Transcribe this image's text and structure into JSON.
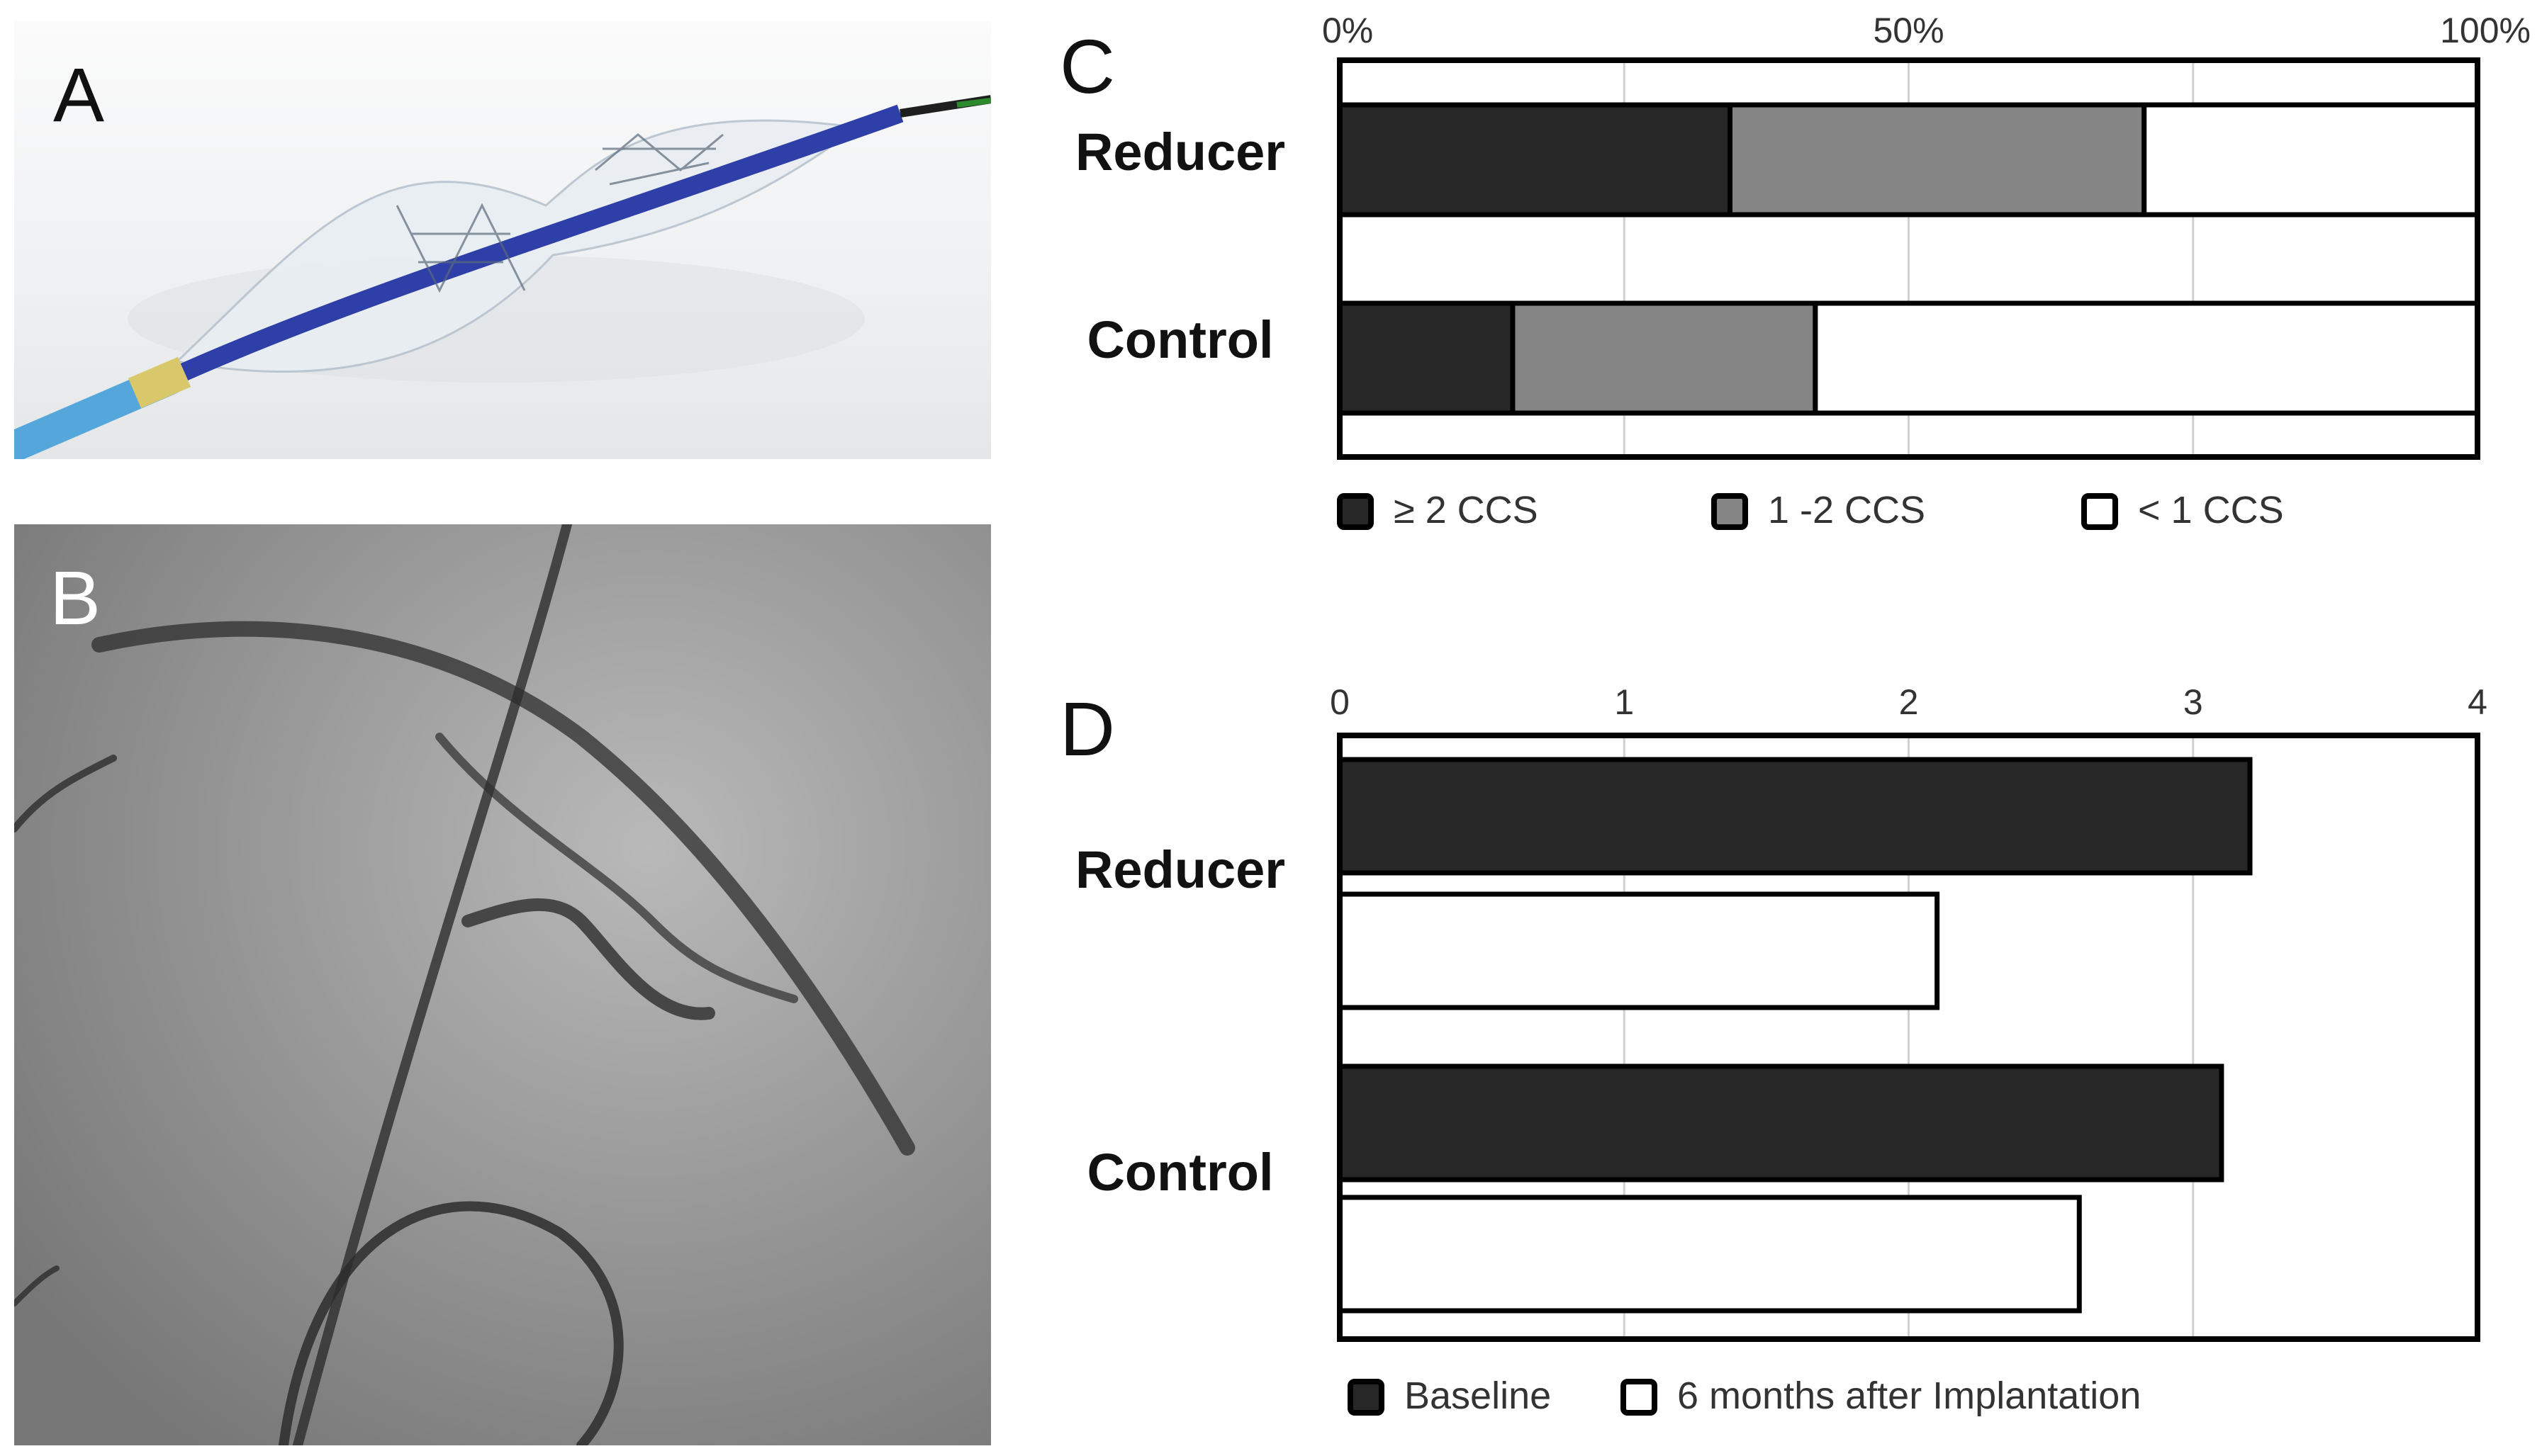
{
  "panels": {
    "a": "A",
    "b": "B",
    "c": "C",
    "d": "D"
  },
  "chart_data": [
    {
      "panel": "C",
      "type": "bar",
      "orientation": "horizontal",
      "stacked": true,
      "categories": [
        "Reducer",
        "Control"
      ],
      "series": [
        {
          "name": "≥ 2 CCS",
          "values": [
            34.3,
            15.2
          ],
          "color": "#272727"
        },
        {
          "name": "1 -2 CCS",
          "values": [
            36.4,
            26.6
          ],
          "color": "#858585"
        },
        {
          "name": "< 1 CCS",
          "values": [
            29.3,
            58.2
          ],
          "color": "#ffffff"
        }
      ],
      "xlim": [
        0,
        100
      ],
      "ticks": [
        "0%",
        "50%",
        "100%"
      ],
      "grid": true,
      "legend": "bottom"
    },
    {
      "panel": "D",
      "type": "bar",
      "orientation": "horizontal",
      "categories": [
        "Reducer",
        "Control"
      ],
      "series": [
        {
          "name": "Baseline",
          "values": [
            3.2,
            3.1
          ],
          "color": "#272727"
        },
        {
          "name": "6 months after Implantation",
          "values": [
            2.1,
            2.6
          ],
          "color": "#ffffff"
        }
      ],
      "xlim": [
        0,
        4
      ],
      "ticks": [
        "0",
        "1",
        "2",
        "3",
        "4"
      ],
      "grid": true,
      "legend": "bottom"
    }
  ]
}
